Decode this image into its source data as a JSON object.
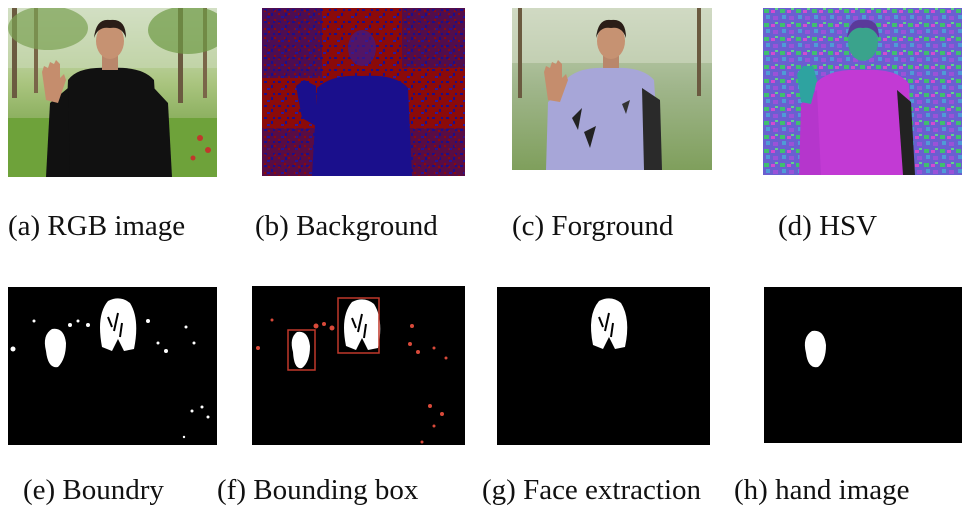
{
  "figure": {
    "captions": {
      "a": "(a) RGB image",
      "b": "(b) Background",
      "c": "(c) Forground",
      "d": "(d) HSV",
      "e": "(e) Boundry",
      "f": "(f) Bounding box",
      "g": "(g) Face extraction",
      "h": "(h) hand image"
    },
    "colors": {
      "background_red": "#8b0a0a",
      "background_blue": "#1a0f8c",
      "foreground_lavender": "#a7a6d8",
      "hsv_magenta": "#c23ad4",
      "mask_black": "#000000",
      "mask_white": "#ffffff",
      "bbox_red": "#c0392b"
    }
  }
}
